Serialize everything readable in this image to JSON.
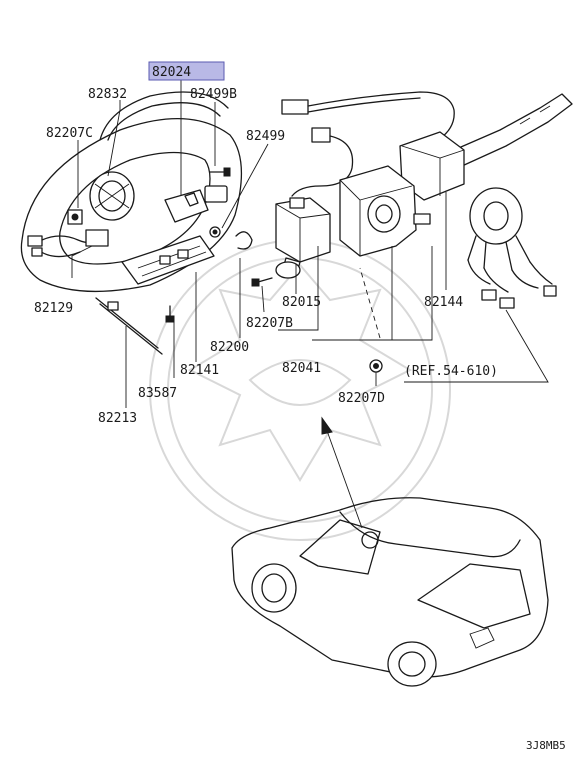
{
  "labels": {
    "p82024": "82024",
    "p82832": "82832",
    "p82499B": "82499B",
    "p82207C": "82207C",
    "p82499": "82499",
    "p82129": "82129",
    "p82015": "82015",
    "p82144": "82144",
    "p82207B": "82207B",
    "p82200": "82200",
    "p82141": "82141",
    "p82041": "82041",
    "p83587": "83587",
    "p82213": "82213",
    "p82207D": "82207D",
    "ref": "(REF.54-610)",
    "code": "3J8MB5"
  },
  "colors": {
    "highlight_fill": "#b9b9e6",
    "highlight_border": "#5a5ab0",
    "ink": "#1a1a1a",
    "watermark": "#d8d8d8"
  }
}
